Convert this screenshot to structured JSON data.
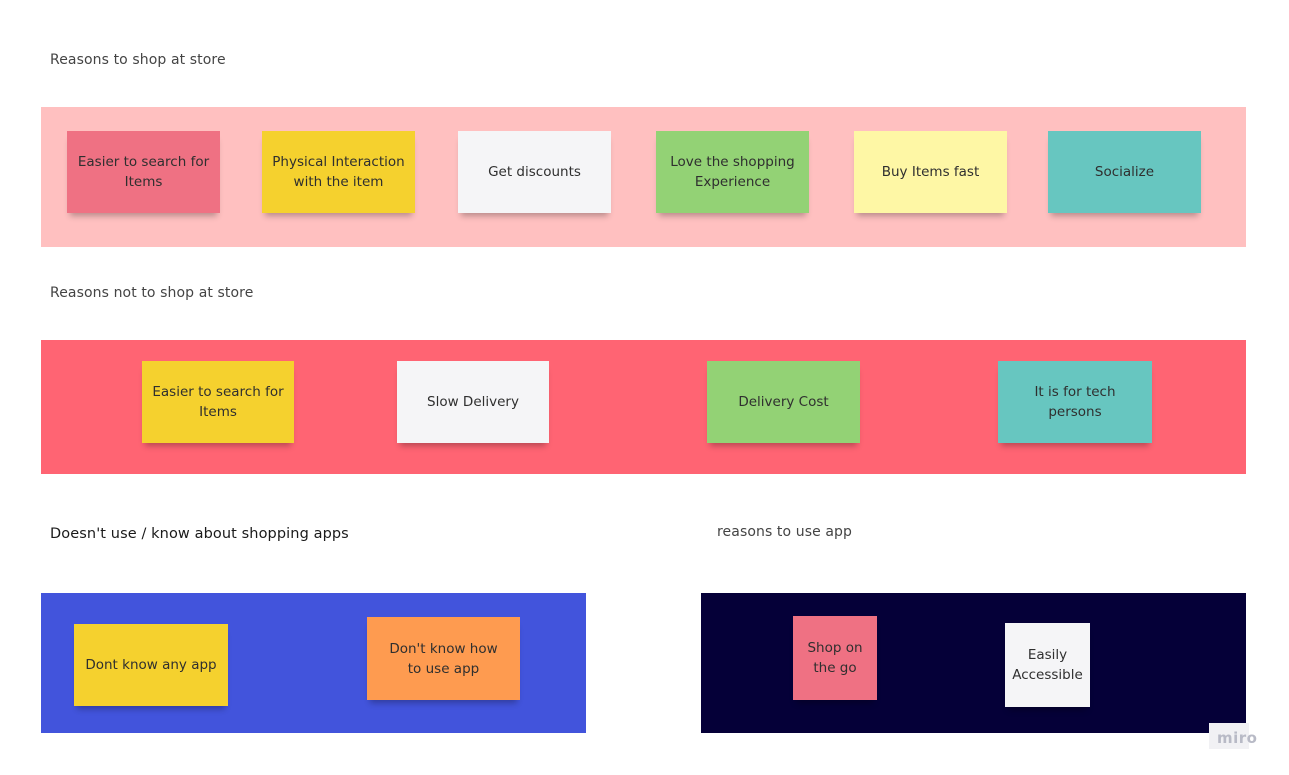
{
  "board": {
    "sections": [
      {
        "heading": "Reasons to shop at store",
        "band_color": "#ffc0c0",
        "notes": [
          {
            "text": "Easier to search for Items",
            "color": "#ef7183"
          },
          {
            "text": "Physical Interaction with the item",
            "color": "#f5d12e"
          },
          {
            "text": "Get discounts",
            "color": "#f5f5f7"
          },
          {
            "text": "Love the shopping Experience",
            "color": "#93d275"
          },
          {
            "text": "Buy Items fast",
            "color": "#fef7a5"
          },
          {
            "text": "Socialize",
            "color": "#67c6c0"
          }
        ]
      },
      {
        "heading": "Reasons not to shop at store",
        "band_color": "#ff6473",
        "notes": [
          {
            "text": "Easier to search for Items",
            "color": "#f5d12e"
          },
          {
            "text": "Slow Delivery",
            "color": "#f5f5f7"
          },
          {
            "text": "Delivery Cost",
            "color": "#93d275"
          },
          {
            "text": "It is for tech persons",
            "color": "#67c6c0"
          }
        ]
      },
      {
        "heading": "Doesn't use / know about shopping apps",
        "band_color": "#4254dc",
        "notes": [
          {
            "text": "Dont know any app",
            "color": "#f5d12e"
          },
          {
            "text": "Don't know how to use app",
            "color": "#fe9b50"
          }
        ]
      },
      {
        "heading": "reasons to use app",
        "band_color": "#050038",
        "notes": [
          {
            "text": "Shop on the go",
            "color": "#ef7183"
          },
          {
            "text": "Easily Accessible",
            "color": "#f5f5f7"
          }
        ]
      }
    ]
  },
  "watermark": {
    "text": "miro"
  }
}
